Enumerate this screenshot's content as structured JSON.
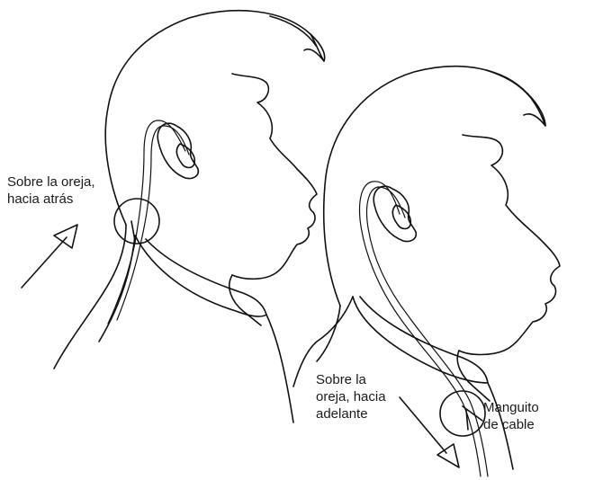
{
  "labels": {
    "over_ear_back": {
      "line1": "Sobre la oreja,",
      "line2": "hacia atrás"
    },
    "over_ear_front": {
      "line1": "Sobre la",
      "line2": "oreja, hacia",
      "line3": "adelante"
    },
    "cable_sleeve": {
      "line1": "Manguito",
      "line2": "de cable"
    }
  },
  "colors": {
    "line": "#111111",
    "background": "#ffffff"
  }
}
